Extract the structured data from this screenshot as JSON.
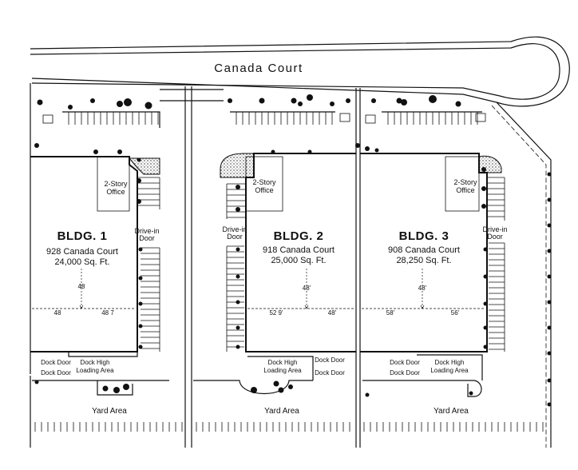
{
  "street_name": "Canada Court",
  "buildings": [
    {
      "name": "BLDG. 1",
      "address": "928 Canada Court",
      "area": "24,000 Sq. Ft.",
      "office_line1": "2-Story",
      "office_line2": "Office",
      "drive_in_line1": "Drive-in",
      "drive_in_line2": "Door",
      "dim_vertical": "48",
      "dim_left": "48",
      "dim_right": "48 7",
      "dock_door_1": "Dock Door",
      "dock_door_2": "Dock Door",
      "loading_line1": "Dock High",
      "loading_line2": "Loading Area",
      "yard": "Yard Area"
    },
    {
      "name": "BLDG. 2",
      "address": "918 Canada Court",
      "area": "25,000 Sq. Ft.",
      "office_line1": "2-Story",
      "office_line2": "Office",
      "drive_in_line1": "Drive-in",
      "drive_in_line2": "Door",
      "dim_vertical": "48'",
      "dim_left": "52 9'",
      "dim_right": "48'",
      "dock_door_1": "Dock Door",
      "dock_door_2": "Dock Door",
      "loading_line1": "Dock High",
      "loading_line2": "Loading Area",
      "yard": "Yard Area"
    },
    {
      "name": "BLDG. 3",
      "address": "908 Canada Court",
      "area": "28,250 Sq. Ft.",
      "office_line1": "2-Story",
      "office_line2": "Office",
      "drive_in_line1": "Drive-in",
      "drive_in_line2": "Door",
      "dim_vertical": "48'",
      "dim_left": "58'",
      "dim_right": "56'",
      "dock_door_1": "Dock Door",
      "dock_door_2": "Dock Door",
      "loading_line1": "Dock High",
      "loading_line2": "Loading Area",
      "yard": "Yard Area"
    }
  ]
}
